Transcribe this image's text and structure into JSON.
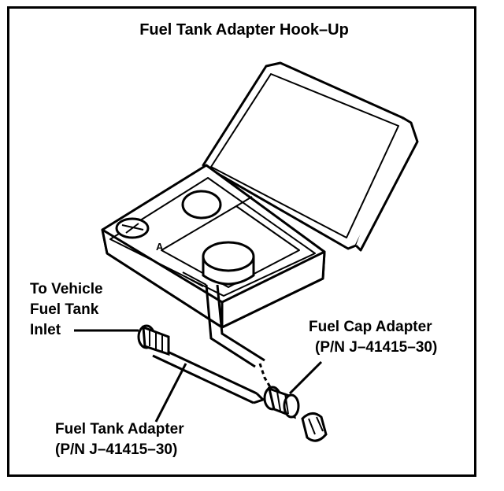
{
  "figure": {
    "title": "Fuel Tank Adapter Hook–Up",
    "labels": {
      "inlet": [
        "To Vehicle",
        "Fuel Tank",
        "Inlet"
      ],
      "cap_adapter": [
        "Fuel Cap Adapter",
        "(P/N J–41415–30)"
      ],
      "tank_adapter": [
        "Fuel Tank Adapter",
        "(P/N J–41415–30)"
      ],
      "tank_marking": "A"
    },
    "colors": {
      "ink": "#000000",
      "paper": "#ffffff",
      "shade": "#d9d9d9"
    }
  }
}
